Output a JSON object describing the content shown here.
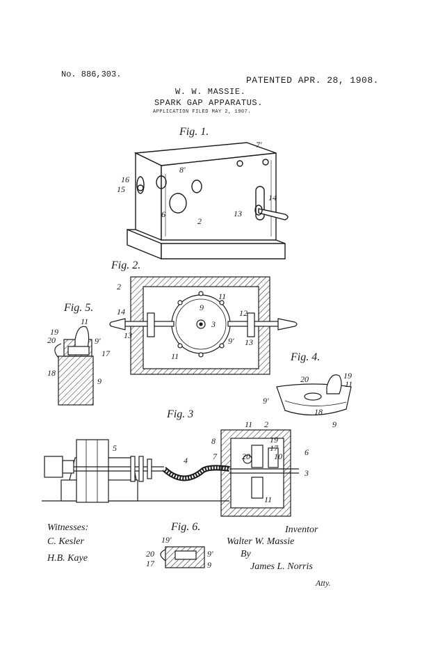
{
  "header": {
    "patent_number": "No. 886,303.",
    "patented_date": "PATENTED APR. 28, 1908.",
    "inventor_name": "W. W. MASSIE.",
    "title": "SPARK GAP APPARATUS.",
    "application_line": "APPLICATION FILED MAY 2, 1907."
  },
  "figures": {
    "fig1": "Fig. 1.",
    "fig2": "Fig. 2.",
    "fig3": "Fig. 3",
    "fig4": "Fig. 4.",
    "fig5": "Fig. 5.",
    "fig6": "Fig. 6."
  },
  "labels": {
    "n2": "2",
    "n3": "3",
    "n4": "4",
    "n5": "5",
    "n6": "6",
    "n7": "7",
    "n7p": "7'",
    "n8": "8",
    "n8p": "8'",
    "n9": "9",
    "n9p": "9'",
    "n10": "10",
    "n11": "11",
    "n12": "12",
    "n13": "13",
    "n14": "14",
    "n15": "15",
    "n16": "16",
    "n17": "17",
    "n18": "18",
    "n19": "19",
    "n19p": "19'",
    "n20": "20"
  },
  "signatures": {
    "witnesses_label": "Witnesses:",
    "witness_1": "C. Kesler",
    "witness_2": "H.B. Kaye",
    "inventor_label": "Inventor",
    "inventor_signature": "Walter W. Massie",
    "by_label": "By",
    "attorney_signature": "James L. Norris",
    "attorney_label": "Atty."
  }
}
